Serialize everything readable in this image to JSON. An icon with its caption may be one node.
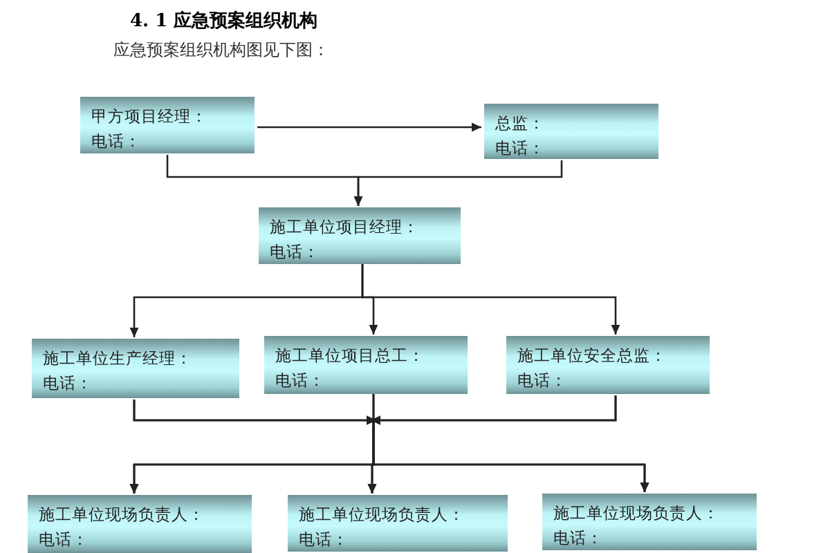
{
  "diagram": {
    "title": "4. 1 应急预案组织机构",
    "caption": "应急预案组织机构图见下图：",
    "nodes": [
      {
        "text": [
          "甲方项目经理：",
          "电话："
        ]
      },
      {
        "text": [
          "总监：",
          "电话："
        ]
      },
      {
        "text": [
          "施工单位项目经理：",
          "电话："
        ]
      },
      {
        "text": [
          "施工单位生产经理：",
          "电话："
        ]
      },
      {
        "text": [
          "施工单位项目总工：",
          "电话："
        ]
      },
      {
        "text": [
          "施工单位安全总监：",
          "电话："
        ]
      },
      {
        "text": [
          "施工单位现场负责人：",
          "电话："
        ]
      },
      {
        "text": [
          "施工单位现场负责人：",
          "电话："
        ]
      },
      {
        "text": [
          "施工单位现场负责人：",
          "电话："
        ]
      }
    ],
    "edges": [
      {
        "from": 0,
        "to": 1,
        "arrow": "to"
      },
      {
        "from": 0,
        "to": 2,
        "arrow": "to"
      },
      {
        "from": 1,
        "to": 2,
        "arrow": "to"
      },
      {
        "from": 2,
        "to": 3,
        "arrow": "to"
      },
      {
        "from": 2,
        "to": 4,
        "arrow": "to"
      },
      {
        "from": 2,
        "to": 5,
        "arrow": "to"
      },
      {
        "from": 3,
        "to": 6,
        "arrow": "to"
      },
      {
        "from": 3,
        "to": 7,
        "arrow": "to"
      },
      {
        "from": 3,
        "to": 8,
        "arrow": "to"
      },
      {
        "from": 4,
        "to": 6,
        "arrow": "to"
      },
      {
        "from": 4,
        "to": 7,
        "arrow": "to"
      },
      {
        "from": 4,
        "to": 8,
        "arrow": "to"
      },
      {
        "from": 5,
        "to": 6,
        "arrow": "to"
      },
      {
        "from": 5,
        "to": 7,
        "arrow": "to"
      },
      {
        "from": 5,
        "to": 8,
        "arrow": "to"
      }
    ]
  }
}
